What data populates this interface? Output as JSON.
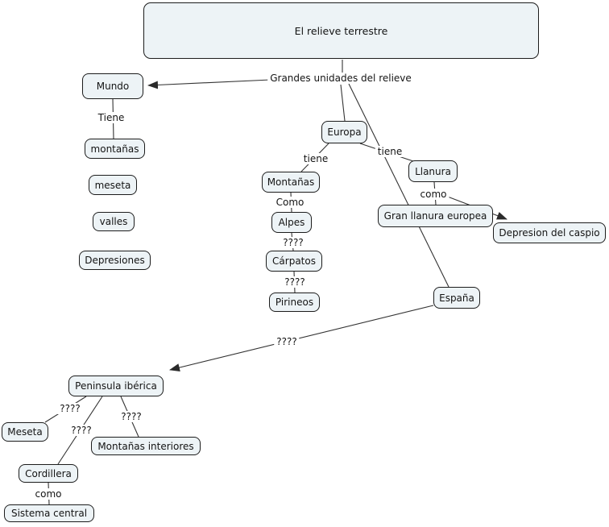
{
  "colors": {
    "background": "#ffffff",
    "node_fill": "#edf3f6",
    "node_border": "#1c1c1c",
    "connector": "#333333",
    "text": "#141414"
  },
  "map": {
    "title": "El relieve terrestre",
    "main_link": "Grandes unidades del relieve",
    "mundo": {
      "node": "Mundo",
      "link": "Tiene",
      "children": [
        "montañas",
        "meseta",
        "valles",
        "Depresiones"
      ]
    },
    "europa": {
      "node": "Europa",
      "link_montanas": "tiene",
      "link_llanura": "tiene",
      "montanas": {
        "node": "Montañas",
        "link_alpes": "Como",
        "alpes": "Alpes",
        "link_carpatos": "????",
        "carpatos": "Cárpatos",
        "link_pirineos": "????",
        "pirineos": "Pirineos"
      },
      "llanura": {
        "node": "Llanura",
        "link": "como",
        "gran_llanura": "Gran llanura europea",
        "depresion_caspio": "Depresion del caspio"
      }
    },
    "espana": {
      "node": "España",
      "link_peninsula": "????",
      "peninsula": {
        "node": "Peninsula ibérica",
        "link_meseta": "????",
        "meseta": "Meseta",
        "link_cordillera": "????",
        "cordillera": "Cordillera",
        "link_interiores": "????",
        "interiores": "Montañas interiores",
        "link_sistema": "como",
        "sistema": "Sistema central"
      }
    }
  }
}
